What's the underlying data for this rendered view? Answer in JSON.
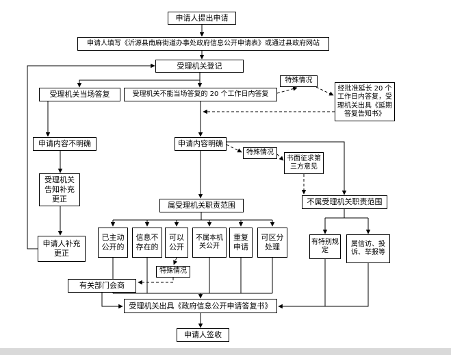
{
  "colors": {
    "line": "#000000",
    "node_border": "#000000",
    "node_background": "#ffffff",
    "page_background": "#ffffff"
  },
  "nodes": {
    "submit": {
      "label": "申请人提出申请"
    },
    "fill_form": {
      "label": "申请人填写《沂源县南麻街道办事处政府信息公开申请表》或通过县政府网站"
    },
    "register": {
      "label": "受理机关登记"
    },
    "onsite_reply": {
      "label": "受理机关当场答复"
    },
    "within_20_days": {
      "label": "受理机关不能当场答复的 20 个工作日内答复"
    },
    "special_case_top": {
      "label": "特殊情况"
    },
    "extension": {
      "label": "经批准延长 20 个工作日内答复，受理机关出具《延期答复告知书》"
    },
    "content_unclear": {
      "label": "申请内容不明确"
    },
    "content_clear": {
      "label": "申请内容明确"
    },
    "special_case_mid": {
      "label": "特殊情况"
    },
    "third_party": {
      "label": "书面征求第三方意见"
    },
    "notify_supplement": {
      "label": "受理机关告知补充更正"
    },
    "in_scope": {
      "label": "属受理机关职责范围"
    },
    "out_of_scope": {
      "label": "不属受理机关职责范围"
    },
    "already_public": {
      "label": "已主动公开的"
    },
    "not_exist": {
      "label": "信息不存在的"
    },
    "can_public": {
      "label": "可以公开"
    },
    "not_this_org": {
      "label": "不属本机关公开"
    },
    "repeat_request": {
      "label": "重复申请"
    },
    "separable": {
      "label": "可区分处理"
    },
    "applicant_supplement": {
      "label": "申请人补充更正"
    },
    "special_rule": {
      "label": "有特别规定"
    },
    "petition": {
      "label": "属信访、投诉、举报等"
    },
    "special_case_bottom": {
      "label": "特殊情况"
    },
    "dept_consult": {
      "label": "有关部门会商"
    },
    "reply_doc": {
      "label": "受理机关出具《政府信息公开申请答复书》"
    },
    "sign": {
      "label": "申请人签收"
    }
  }
}
